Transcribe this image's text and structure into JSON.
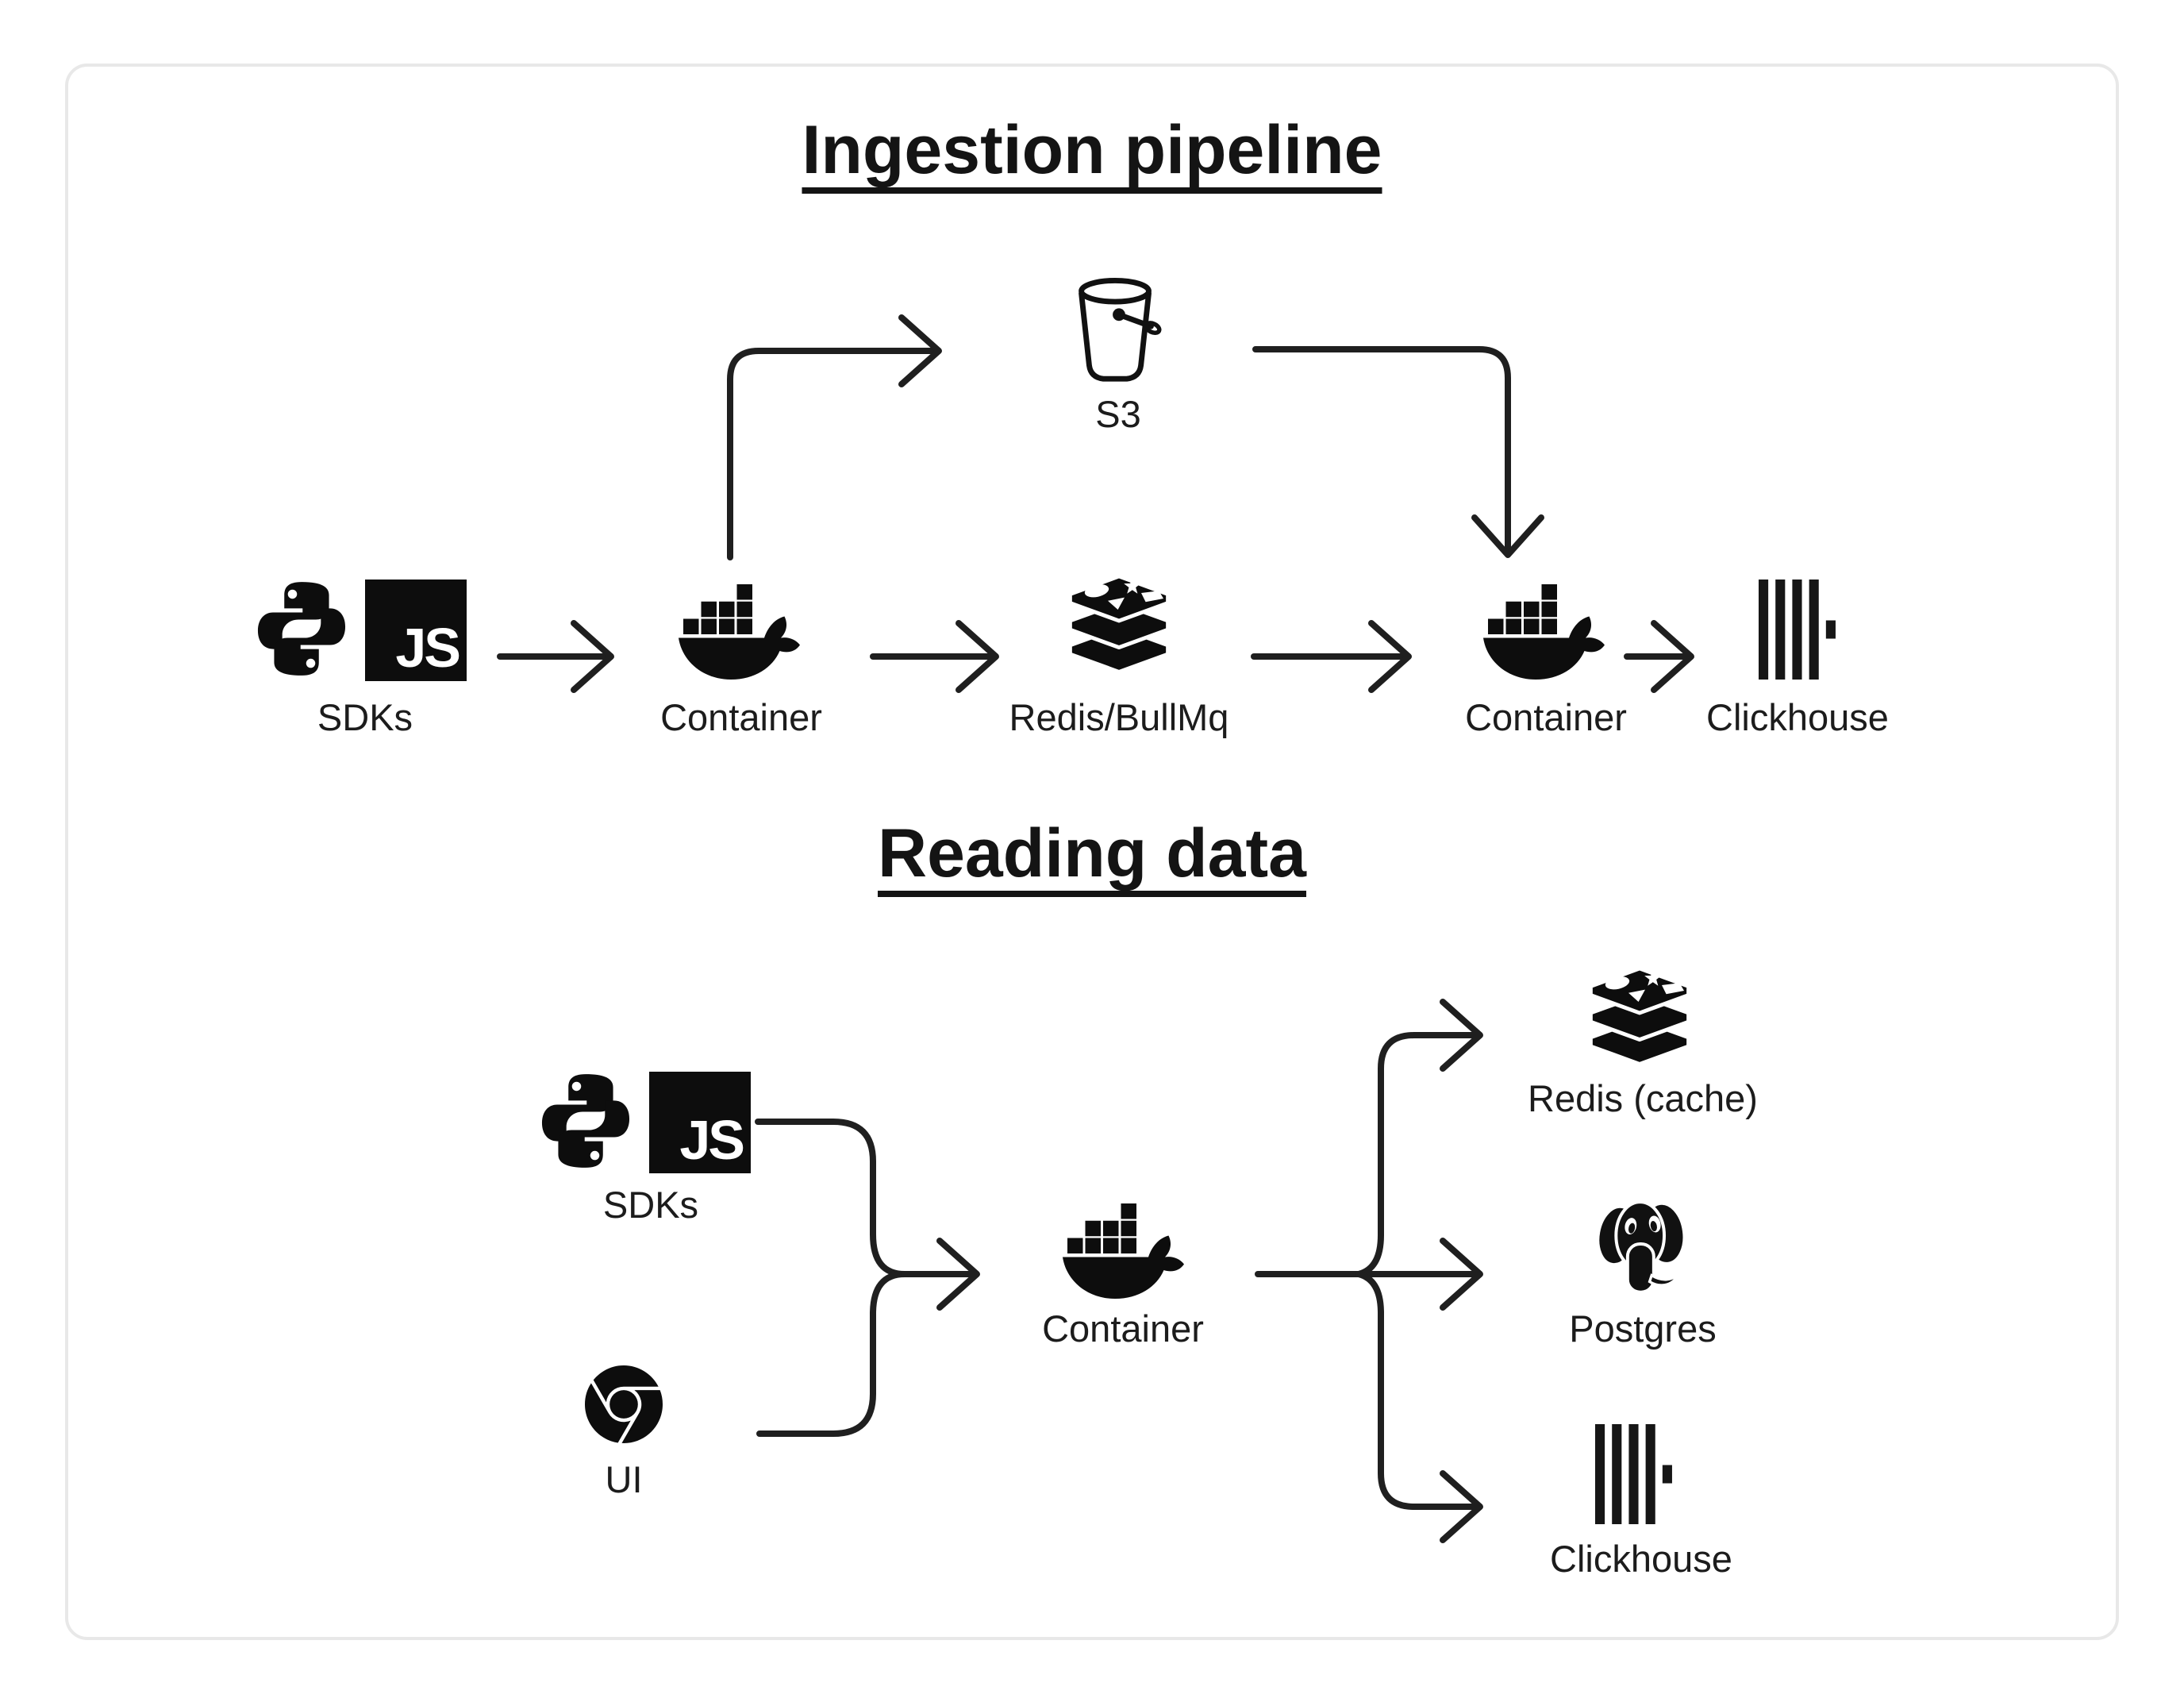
{
  "page": {
    "background": "#ffffff",
    "card_border": "#e8e8e8",
    "ink": "#1f1f1f"
  },
  "badges": {
    "js_text": "JS"
  },
  "ingestion": {
    "title": "Ingestion pipeline",
    "nodes": {
      "sdks": {
        "label": "SDKs",
        "icons": [
          "python-icon",
          "javascript-icon"
        ]
      },
      "container_ingest": {
        "label": "Container",
        "icon": "docker-icon"
      },
      "s3": {
        "label": "S3",
        "icon": "bucket-icon"
      },
      "redis_queue": {
        "label": "Redis/BullMq",
        "icon": "redis-icon"
      },
      "container_worker": {
        "label": "Container",
        "icon": "docker-icon"
      },
      "clickhouse": {
        "label": "Clickhouse",
        "icon": "clickhouse-icon"
      }
    },
    "edges": [
      "SDKs → Container",
      "Container → S3",
      "Container → Redis/BullMq",
      "S3 → Container",
      "Redis/BullMq → Container",
      "Container → Clickhouse"
    ]
  },
  "reading": {
    "title": "Reading data",
    "nodes": {
      "sdks": {
        "label": "SDKs",
        "icons": [
          "python-icon",
          "javascript-icon"
        ]
      },
      "ui": {
        "label": "UI",
        "icon": "chrome-icon"
      },
      "container": {
        "label": "Container",
        "icon": "docker-icon"
      },
      "redis_cache": {
        "label": "Redis (cache)",
        "icon": "redis-icon"
      },
      "postgres": {
        "label": "Postgres",
        "icon": "postgresql-icon"
      },
      "clickhouse": {
        "label": "Clickhouse",
        "icon": "clickhouse-icon"
      }
    },
    "edges": [
      "SDKs → Container",
      "UI → Container",
      "Container → Redis (cache)",
      "Container → Postgres",
      "Container → Clickhouse"
    ]
  }
}
